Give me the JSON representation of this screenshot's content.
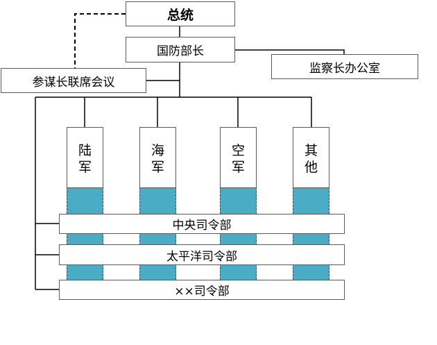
{
  "nodes": {
    "president": "总统",
    "defense_secretary": "国防部长",
    "inspector_general": "监察长办公室",
    "joint_chiefs": "参谋长联席会议",
    "branches": [
      {
        "char1": "陆",
        "char2": "军"
      },
      {
        "char1": "海",
        "char2": "军"
      },
      {
        "char1": "空",
        "char2": "军"
      },
      {
        "char1": "其",
        "char2": "他"
      }
    ],
    "commands": [
      "中央司令部",
      "太平洋司令部",
      "××司令部"
    ]
  },
  "colors": {
    "line": "#000000",
    "box_border": "#595959",
    "strip_fill": "#4bacc6",
    "box_fill": "#ffffff"
  }
}
